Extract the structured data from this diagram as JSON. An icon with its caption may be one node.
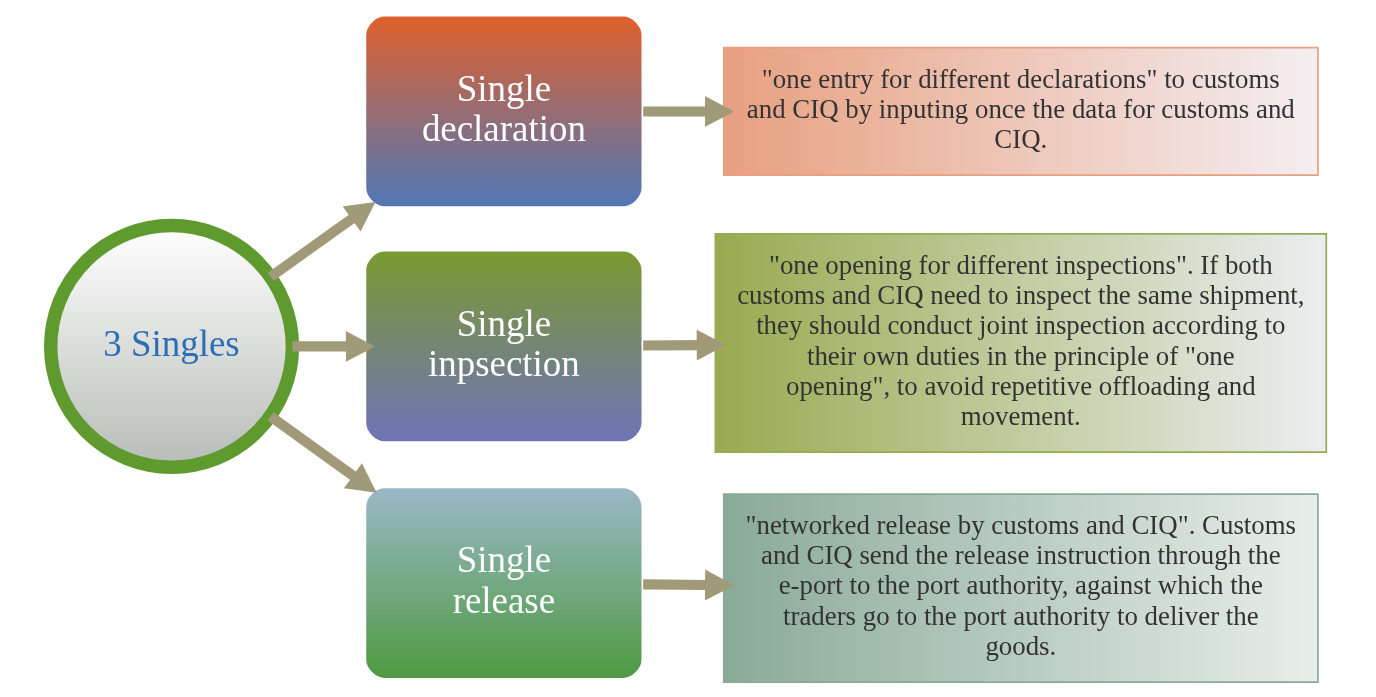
{
  "diagram": {
    "nodes": [
      {
        "text": [
          "3 Singles"
        ]
      },
      {
        "text": [
          "Single declaration"
        ]
      },
      {
        "text": [
          "\"one entry for different declarations\" to customs and CIQ by inputing once the data for customs and CIQ."
        ]
      },
      {
        "text": [
          "Single inpsection"
        ]
      },
      {
        "text": [
          "\"one opening for different inspections\". If both customs and CIQ need to inspect the same shipment, they should conduct joint inspection according to their own duties in the principle of \"one opening\", to avoid repetitive offloading and movement."
        ]
      },
      {
        "text": [
          "Single release"
        ]
      },
      {
        "text": [
          "\"networked release by customs and CIQ\". Customs and CIQ send the release instruction through the e-port to the port authority, against which the traders go to the port authority to deliver the goods."
        ]
      }
    ],
    "edges": [
      {
        "from": 0,
        "to": 1,
        "arrow": "to"
      },
      {
        "from": 0,
        "to": 3,
        "arrow": "to"
      },
      {
        "from": 0,
        "to": 5,
        "arrow": "to"
      },
      {
        "from": 1,
        "to": 2,
        "arrow": "to"
      },
      {
        "from": 3,
        "to": 4,
        "arrow": "to"
      },
      {
        "from": 5,
        "to": 6,
        "arrow": "to"
      }
    ]
  }
}
